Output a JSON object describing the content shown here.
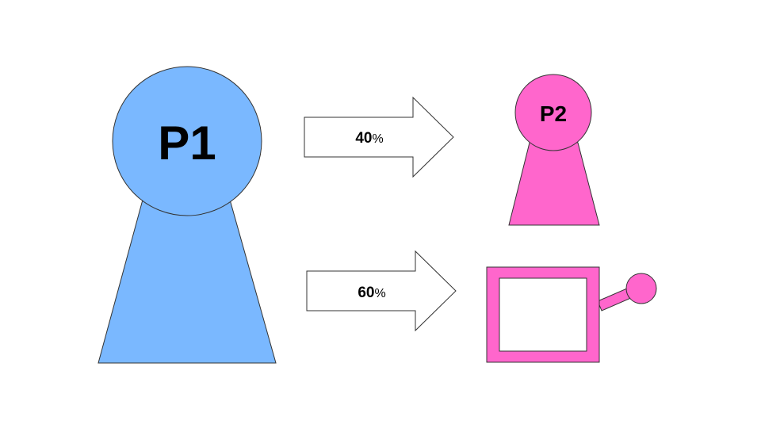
{
  "colors": {
    "p1_fill": "#7ab8ff",
    "p2_fill": "#ff66cc",
    "machine_fill": "#ff66cc",
    "arrow_fill": "#ffffff",
    "background": "#ffffff"
  },
  "figures": {
    "p1": {
      "label": "P1"
    },
    "p2": {
      "label": "P2"
    }
  },
  "arrows": {
    "top": {
      "value": "40",
      "unit": "%"
    },
    "bottom": {
      "value": "60",
      "unit": "%"
    }
  },
  "icons": {
    "player_one": "pawn-icon",
    "player_two": "pawn-icon",
    "machine": "slot-machine-icon"
  }
}
